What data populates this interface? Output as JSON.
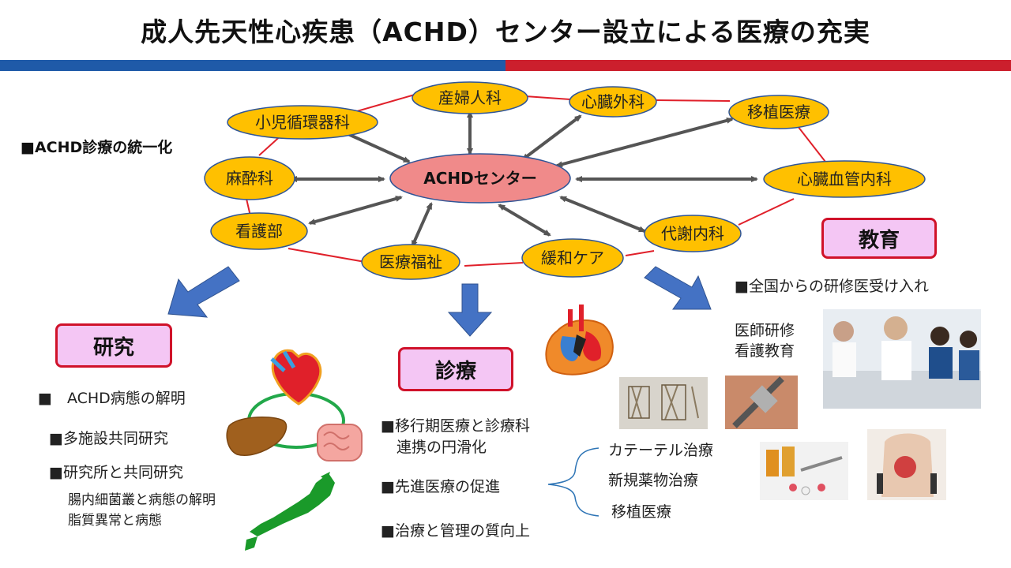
{
  "title": "成人先天性心疾患（ACHD）センター設立による医療の充実",
  "colors": {
    "bar_left": "#1f5aa8",
    "bar_right": "#cc1f2d",
    "node_fill": "#ffc000",
    "center_fill": "#f08a8a",
    "section_fill": "#f4c6f4",
    "section_border": "#d0122a",
    "arrow_blue": "#4472c4"
  },
  "unify_label": "■ACHD診療の統一化",
  "center_node": "ACHDセンター",
  "departments": {
    "pediatric_cardiology": "小児循環器科",
    "obstetrics": "産婦人科",
    "cardiac_surgery": "心臓外科",
    "transplant": "移植医療",
    "anesthesiology": "麻酔科",
    "cardiovascular_medicine": "心臓血管内科",
    "nursing": "看護部",
    "metabolic_medicine": "代謝内科",
    "medical_welfare": "医療福祉",
    "palliative_care": "緩和ケア"
  },
  "research": {
    "heading": "研究",
    "item1": "■　ACHD病態の解明",
    "item2": "■多施設共同研究",
    "item3": "■研究所と共同研究",
    "sub1": "腸内細菌叢と病態の解明",
    "sub2": "脂質異常と病態"
  },
  "clinical": {
    "heading": "診療",
    "item1_line1": "■移行期医療と診療科",
    "item1_line2": "連携の円滑化",
    "item2": "■先進医療の促進",
    "item3": "■治療と管理の質向上",
    "branch1": "カテーテル治療",
    "branch2": "新規薬物治療",
    "branch3": "移植医療"
  },
  "education": {
    "heading": "教育",
    "item1": "■全国からの研修医受け入れ",
    "item2": "医師研修",
    "item3": "看護教育"
  }
}
